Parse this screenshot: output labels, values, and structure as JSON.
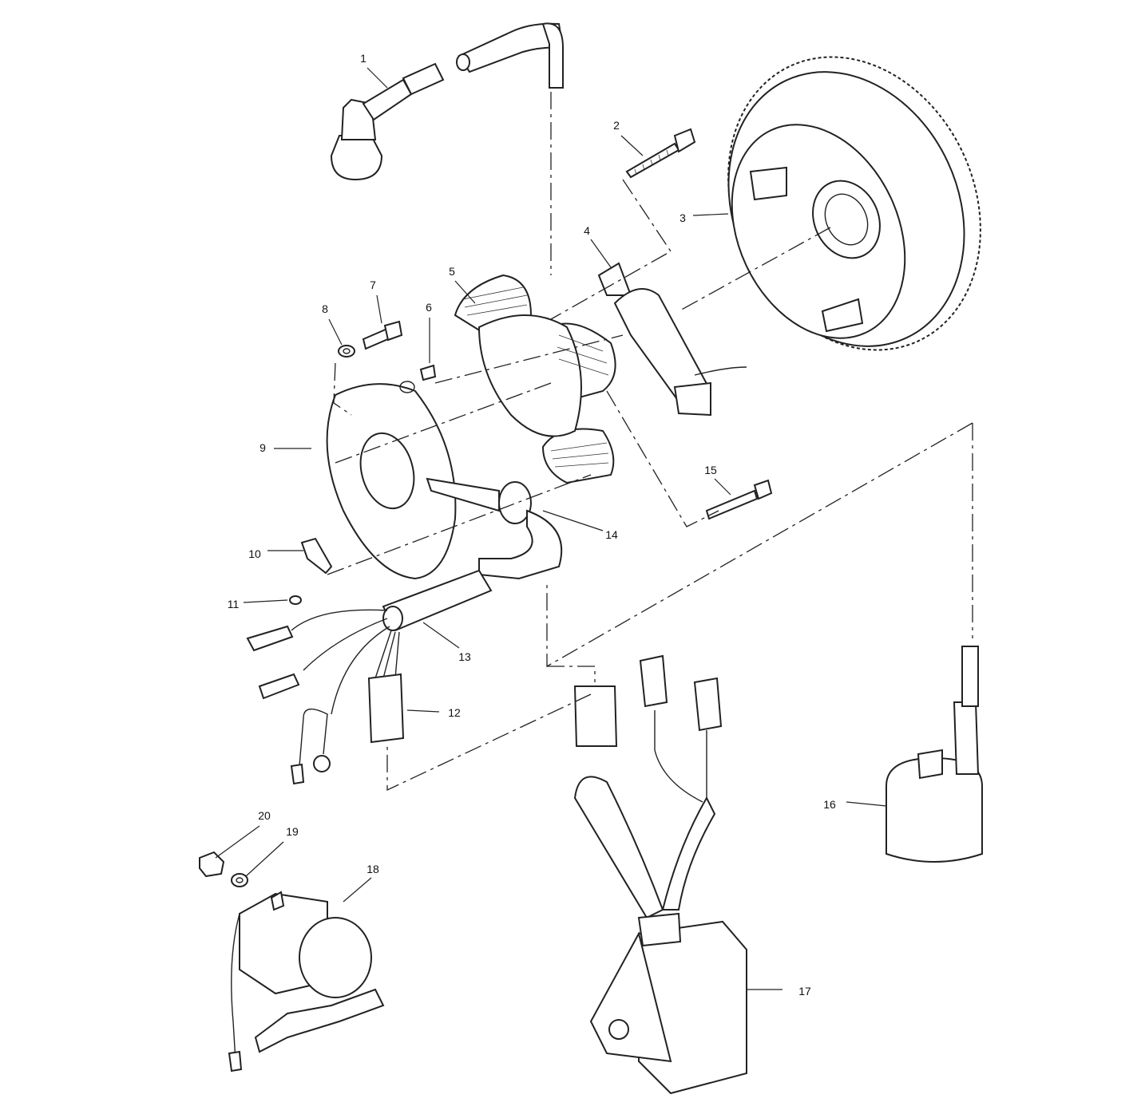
{
  "diagram": {
    "type": "exploded-parts-diagram",
    "callouts": [
      "1",
      "2",
      "3",
      "4",
      "5",
      "6",
      "7",
      "8",
      "9",
      "10",
      "11",
      "12",
      "13",
      "14",
      "15",
      "16",
      "17",
      "18",
      "19",
      "20"
    ],
    "line_color": "#222222",
    "background": "#ffffff"
  }
}
